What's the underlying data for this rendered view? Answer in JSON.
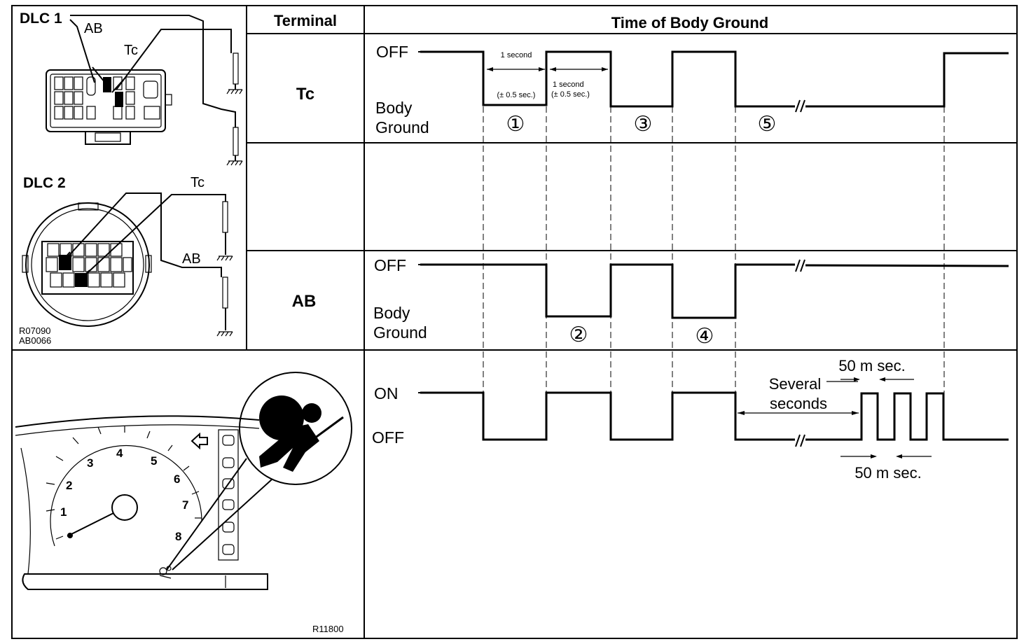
{
  "header": {
    "terminal": "Terminal",
    "time_of_body_ground": "Time of Body Ground"
  },
  "rows": {
    "tc": "Tc",
    "ab": "AB"
  },
  "levels": {
    "off": "OFF",
    "on": "ON",
    "body": "Body",
    "ground": "Ground"
  },
  "timing": {
    "one_second_a": "1 second",
    "tolerance_a": "(± 0.5 sec.)",
    "one_second_b": "1 second",
    "tolerance_b": "(± 0.5 sec.)"
  },
  "steps": [
    "①",
    "②",
    "③",
    "④",
    "⑤"
  ],
  "indicator": {
    "pulse_top": "50 m sec.",
    "pulse_bottom": "50 m sec.",
    "several": "Several",
    "seconds": "seconds"
  },
  "connectors": {
    "dlc1": "DLC 1",
    "dlc2": "DLC 2",
    "ab": "AB",
    "tc": "Tc",
    "ref1": "R07090",
    "ref2": "AB0066"
  },
  "meter": {
    "ticks": [
      "1",
      "2",
      "3",
      "4",
      "5",
      "6",
      "7",
      "8"
    ],
    "ref": "R11800"
  }
}
